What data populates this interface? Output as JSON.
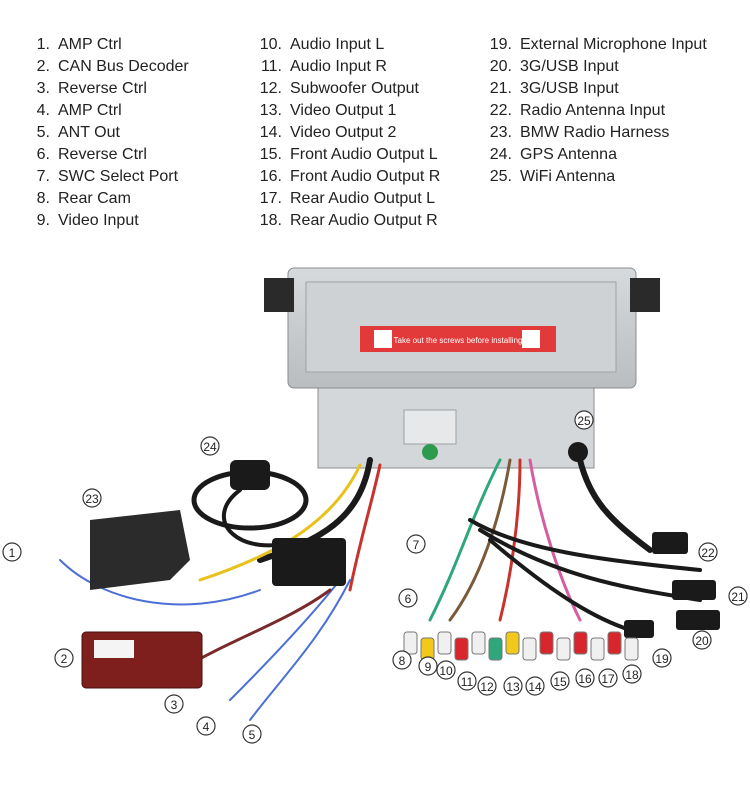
{
  "legend": {
    "col1": [
      {
        "num": "1.",
        "label": "AMP Ctrl"
      },
      {
        "num": "2.",
        "label": "CAN Bus Decoder"
      },
      {
        "num": "3.",
        "label": "Reverse Ctrl"
      },
      {
        "num": "4.",
        "label": "AMP Ctrl"
      },
      {
        "num": "5.",
        "label": "ANT Out"
      },
      {
        "num": "6.",
        "label": "Reverse Ctrl"
      },
      {
        "num": "7.",
        "label": "SWC Select Port"
      },
      {
        "num": "8.",
        "label": "Rear Cam"
      },
      {
        "num": "9.",
        "label": "Video Input"
      }
    ],
    "col2": [
      {
        "num": "10.",
        "label": "Audio Input L"
      },
      {
        "num": "11.",
        "label": "Audio Input R"
      },
      {
        "num": "12.",
        "label": "Subwoofer Output"
      },
      {
        "num": "13.",
        "label": "Video Output 1"
      },
      {
        "num": "14.",
        "label": "Video Output 2"
      },
      {
        "num": "15.",
        "label": "Front Audio Output L"
      },
      {
        "num": "16.",
        "label": "Front Audio Output R"
      },
      {
        "num": "17.",
        "label": "Rear Audio Output L"
      },
      {
        "num": "18.",
        "label": "Rear Audio Output R"
      }
    ],
    "col3": [
      {
        "num": "19.",
        "label": "External Microphone Input"
      },
      {
        "num": "20.",
        "label": "3G/USB Input"
      },
      {
        "num": "21.",
        "label": "3G/USB Input"
      },
      {
        "num": "22.",
        "label": "Radio Antenna Input"
      },
      {
        "num": "23.",
        "label": "BMW Radio Harness"
      },
      {
        "num": "24.",
        "label": "GPS Antenna"
      },
      {
        "num": "25.",
        "label": "WiFi Antenna"
      }
    ]
  },
  "callouts": [
    "1",
    "2",
    "3",
    "4",
    "5",
    "6",
    "7",
    "8",
    "9",
    "10",
    "11",
    "12",
    "13",
    "14",
    "15",
    "16",
    "17",
    "18",
    "19",
    "20",
    "21",
    "22",
    "23",
    "24",
    "25"
  ],
  "sticker_text": "Take out the screws before installing",
  "colors": {
    "unit_metal": "#c9ccce",
    "sticker_red": "#e23a3a",
    "rca_yellow": "#f2c81a",
    "rca_white": "#f0f0f0",
    "rca_red": "#d8262c",
    "rca_green": "#2fa77a",
    "box_red": "#7e1f1d",
    "cable_black": "#1a1a1a"
  }
}
